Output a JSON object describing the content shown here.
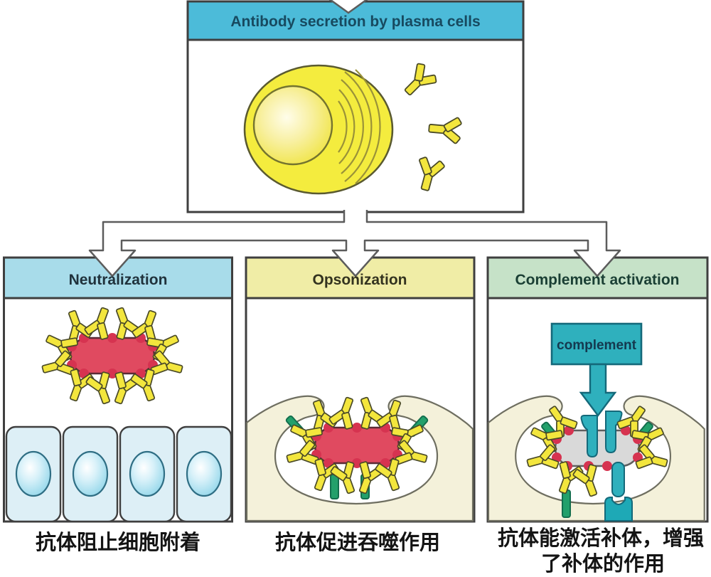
{
  "banner": {
    "title": "Antibody secretion by plasma cells"
  },
  "panels": [
    {
      "title": "Neutralization",
      "caption": "抗体阻止细胞附着"
    },
    {
      "title": "Opsonization",
      "caption": "抗体促进吞噬作用"
    },
    {
      "title": "Complement activation",
      "caption_line1": "抗体能激活补体，增强",
      "caption_line2": "了补体的作用",
      "complement_label": "complement"
    }
  ],
  "colors": {
    "banner_blue": "#4cbbd9",
    "neutralization_header": "#a8dcea",
    "opsonization_header": "#f0eda6",
    "complement_header": "#c6e2c8",
    "complement_teal": "#2fb0bd",
    "antibody_yellow": "#f3e63d",
    "bacterium_red": "#e04a60",
    "epitope_red": "#d63350",
    "macrophage_cream": "#f4f1da",
    "receptor_green": "#23a06b",
    "lysed_bacterium_gray": "#d9d9d9",
    "outline_dark": "#3f3f3f"
  }
}
